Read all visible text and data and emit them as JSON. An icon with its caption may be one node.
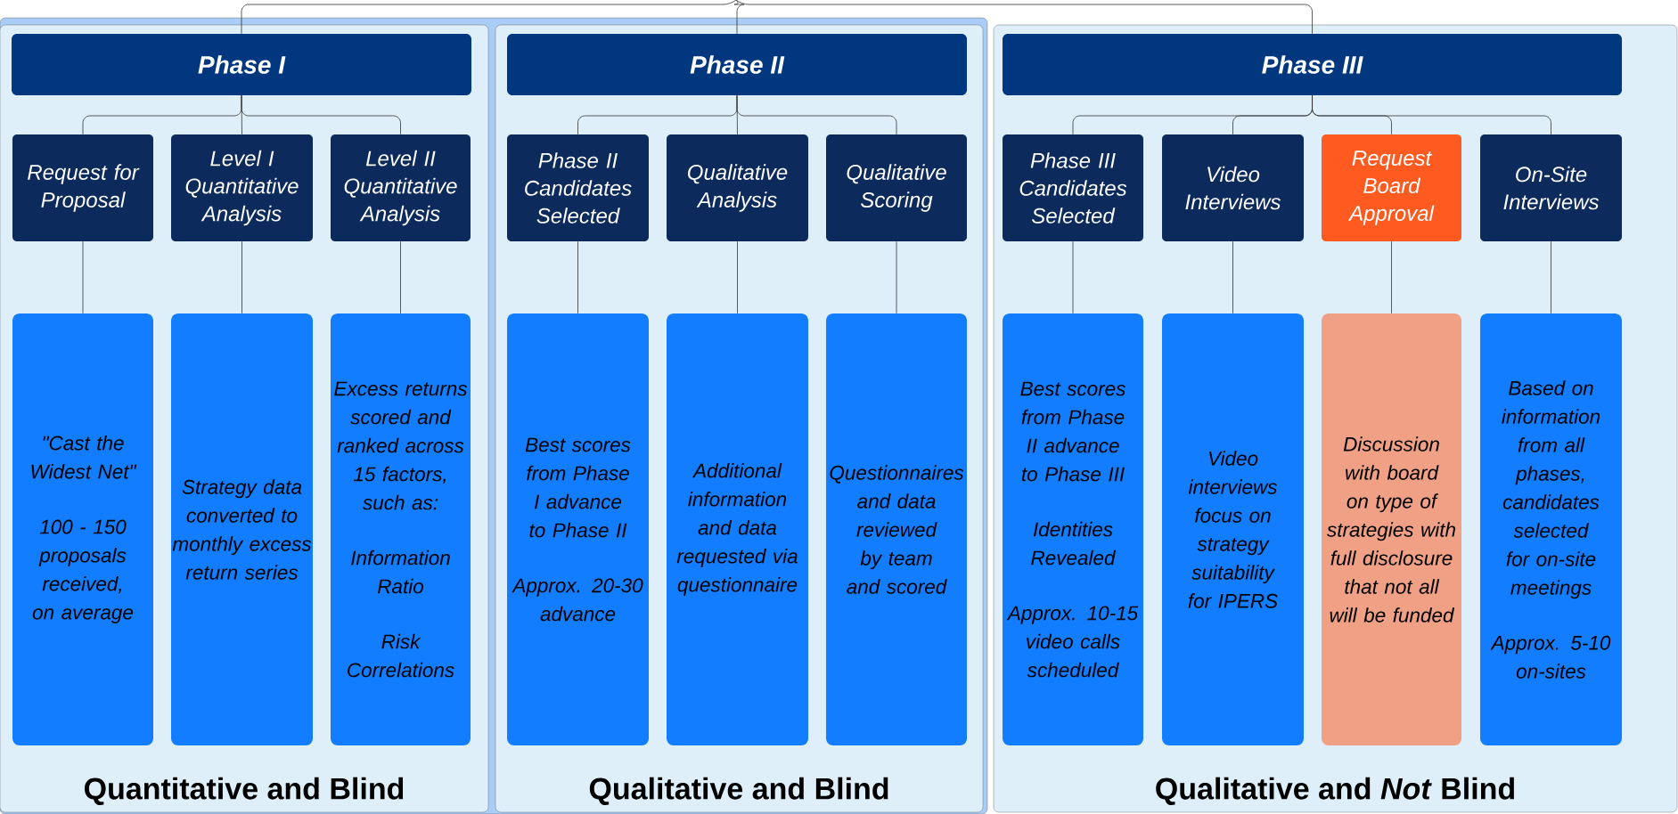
{
  "diagram": {
    "nodes": [
      {
        "text": [
          "Quantitative and Blind"
        ]
      },
      {
        "text": [
          "Phase I"
        ],
        "in": 0
      },
      {
        "text": [
          "Request for Proposal"
        ],
        "in": 0
      },
      {
        "text": [
          "Level I Quantitative Analysis"
        ],
        "in": 0
      },
      {
        "text": [
          "Level II Quantitative Analysis"
        ],
        "in": 0
      },
      {
        "text": [
          "\"Cast the Widest Net\"",
          "100 - 150 proposals received, on average"
        ],
        "in": 0
      },
      {
        "text": [
          "Strategy data converted to monthly excess return series"
        ],
        "in": 0
      },
      {
        "text": [
          "Excess returns scored and ranked across 15 factors, such as:",
          "Information Ratio",
          "Risk Correlations"
        ],
        "in": 0
      },
      {
        "text": [
          "Qualitative and Blind"
        ]
      },
      {
        "text": [
          "Phase II"
        ],
        "in": 8
      },
      {
        "text": [
          "Phase II Candidates Selected"
        ],
        "in": 8
      },
      {
        "text": [
          "Qualitative Analysis"
        ],
        "in": 8
      },
      {
        "text": [
          "Qualitative Scoring"
        ],
        "in": 8
      },
      {
        "text": [
          "Best scores from Phase I advance to Phase II",
          "Approx. 20-30 advance"
        ],
        "in": 8
      },
      {
        "text": [
          "Additional information and data requested via questionnaire"
        ],
        "in": 8
      },
      {
        "text": [
          "Questionnaires and data reviewed by team and scored"
        ],
        "in": 8
      },
      {
        "text": [
          "Qualitative and *Not* Blind"
        ]
      },
      {
        "text": [
          "Phase III"
        ],
        "in": 16
      },
      {
        "text": [
          "Phase III Candidates Selected"
        ],
        "in": 16
      },
      {
        "text": [
          "Video Interviews"
        ],
        "in": 16
      },
      {
        "text": [
          "Request Board Approval"
        ],
        "in": 16
      },
      {
        "text": [
          "On-Site Interviews"
        ],
        "in": 16
      },
      {
        "text": [
          "Best scores from Phase II advance to Phase III",
          "Identities Revealed",
          "Approx. 10-15 video calls scheduled"
        ],
        "in": 16
      },
      {
        "text": [
          "Video interviews focus on strategy suitability for IPERS"
        ],
        "in": 16
      },
      {
        "text": [
          "Discussion with board on type of strategies with full disclosure that not all will be funded"
        ],
        "in": 16
      },
      {
        "text": [
          "Based on information from all phases, candidates selected for on-site meetings",
          "Approx. 5-10 on-sites"
        ],
        "in": 16
      }
    ],
    "edges": [
      {
        "from": null,
        "to": 1,
        "arrow": "none"
      },
      {
        "from": null,
        "to": 9,
        "arrow": "none"
      },
      {
        "from": null,
        "to": 17,
        "arrow": "none"
      },
      {
        "from": 1,
        "to": 2,
        "arrow": "none"
      },
      {
        "from": 1,
        "to": 3,
        "arrow": "none"
      },
      {
        "from": 1,
        "to": 4,
        "arrow": "none"
      },
      {
        "from": 2,
        "to": 5,
        "arrow": "none"
      },
      {
        "from": 3,
        "to": 6,
        "arrow": "none"
      },
      {
        "from": 4,
        "to": 7,
        "arrow": "none"
      },
      {
        "from": 9,
        "to": 10,
        "arrow": "none"
      },
      {
        "from": 9,
        "to": 11,
        "arrow": "none"
      },
      {
        "from": 9,
        "to": 12,
        "arrow": "none"
      },
      {
        "from": 10,
        "to": 13,
        "arrow": "none"
      },
      {
        "from": 11,
        "to": 14,
        "arrow": "none"
      },
      {
        "from": 12,
        "to": 15,
        "arrow": "none"
      },
      {
        "from": 17,
        "to": 18,
        "arrow": "none"
      },
      {
        "from": 17,
        "to": 19,
        "arrow": "none"
      },
      {
        "from": 17,
        "to": 20,
        "arrow": "none"
      },
      {
        "from": 17,
        "to": 21,
        "arrow": "none"
      },
      {
        "from": 18,
        "to": 22,
        "arrow": "none"
      },
      {
        "from": 19,
        "to": 23,
        "arrow": "none"
      },
      {
        "from": 20,
        "to": 24,
        "arrow": "none"
      },
      {
        "from": 21,
        "to": 25,
        "arrow": "none"
      }
    ]
  }
}
